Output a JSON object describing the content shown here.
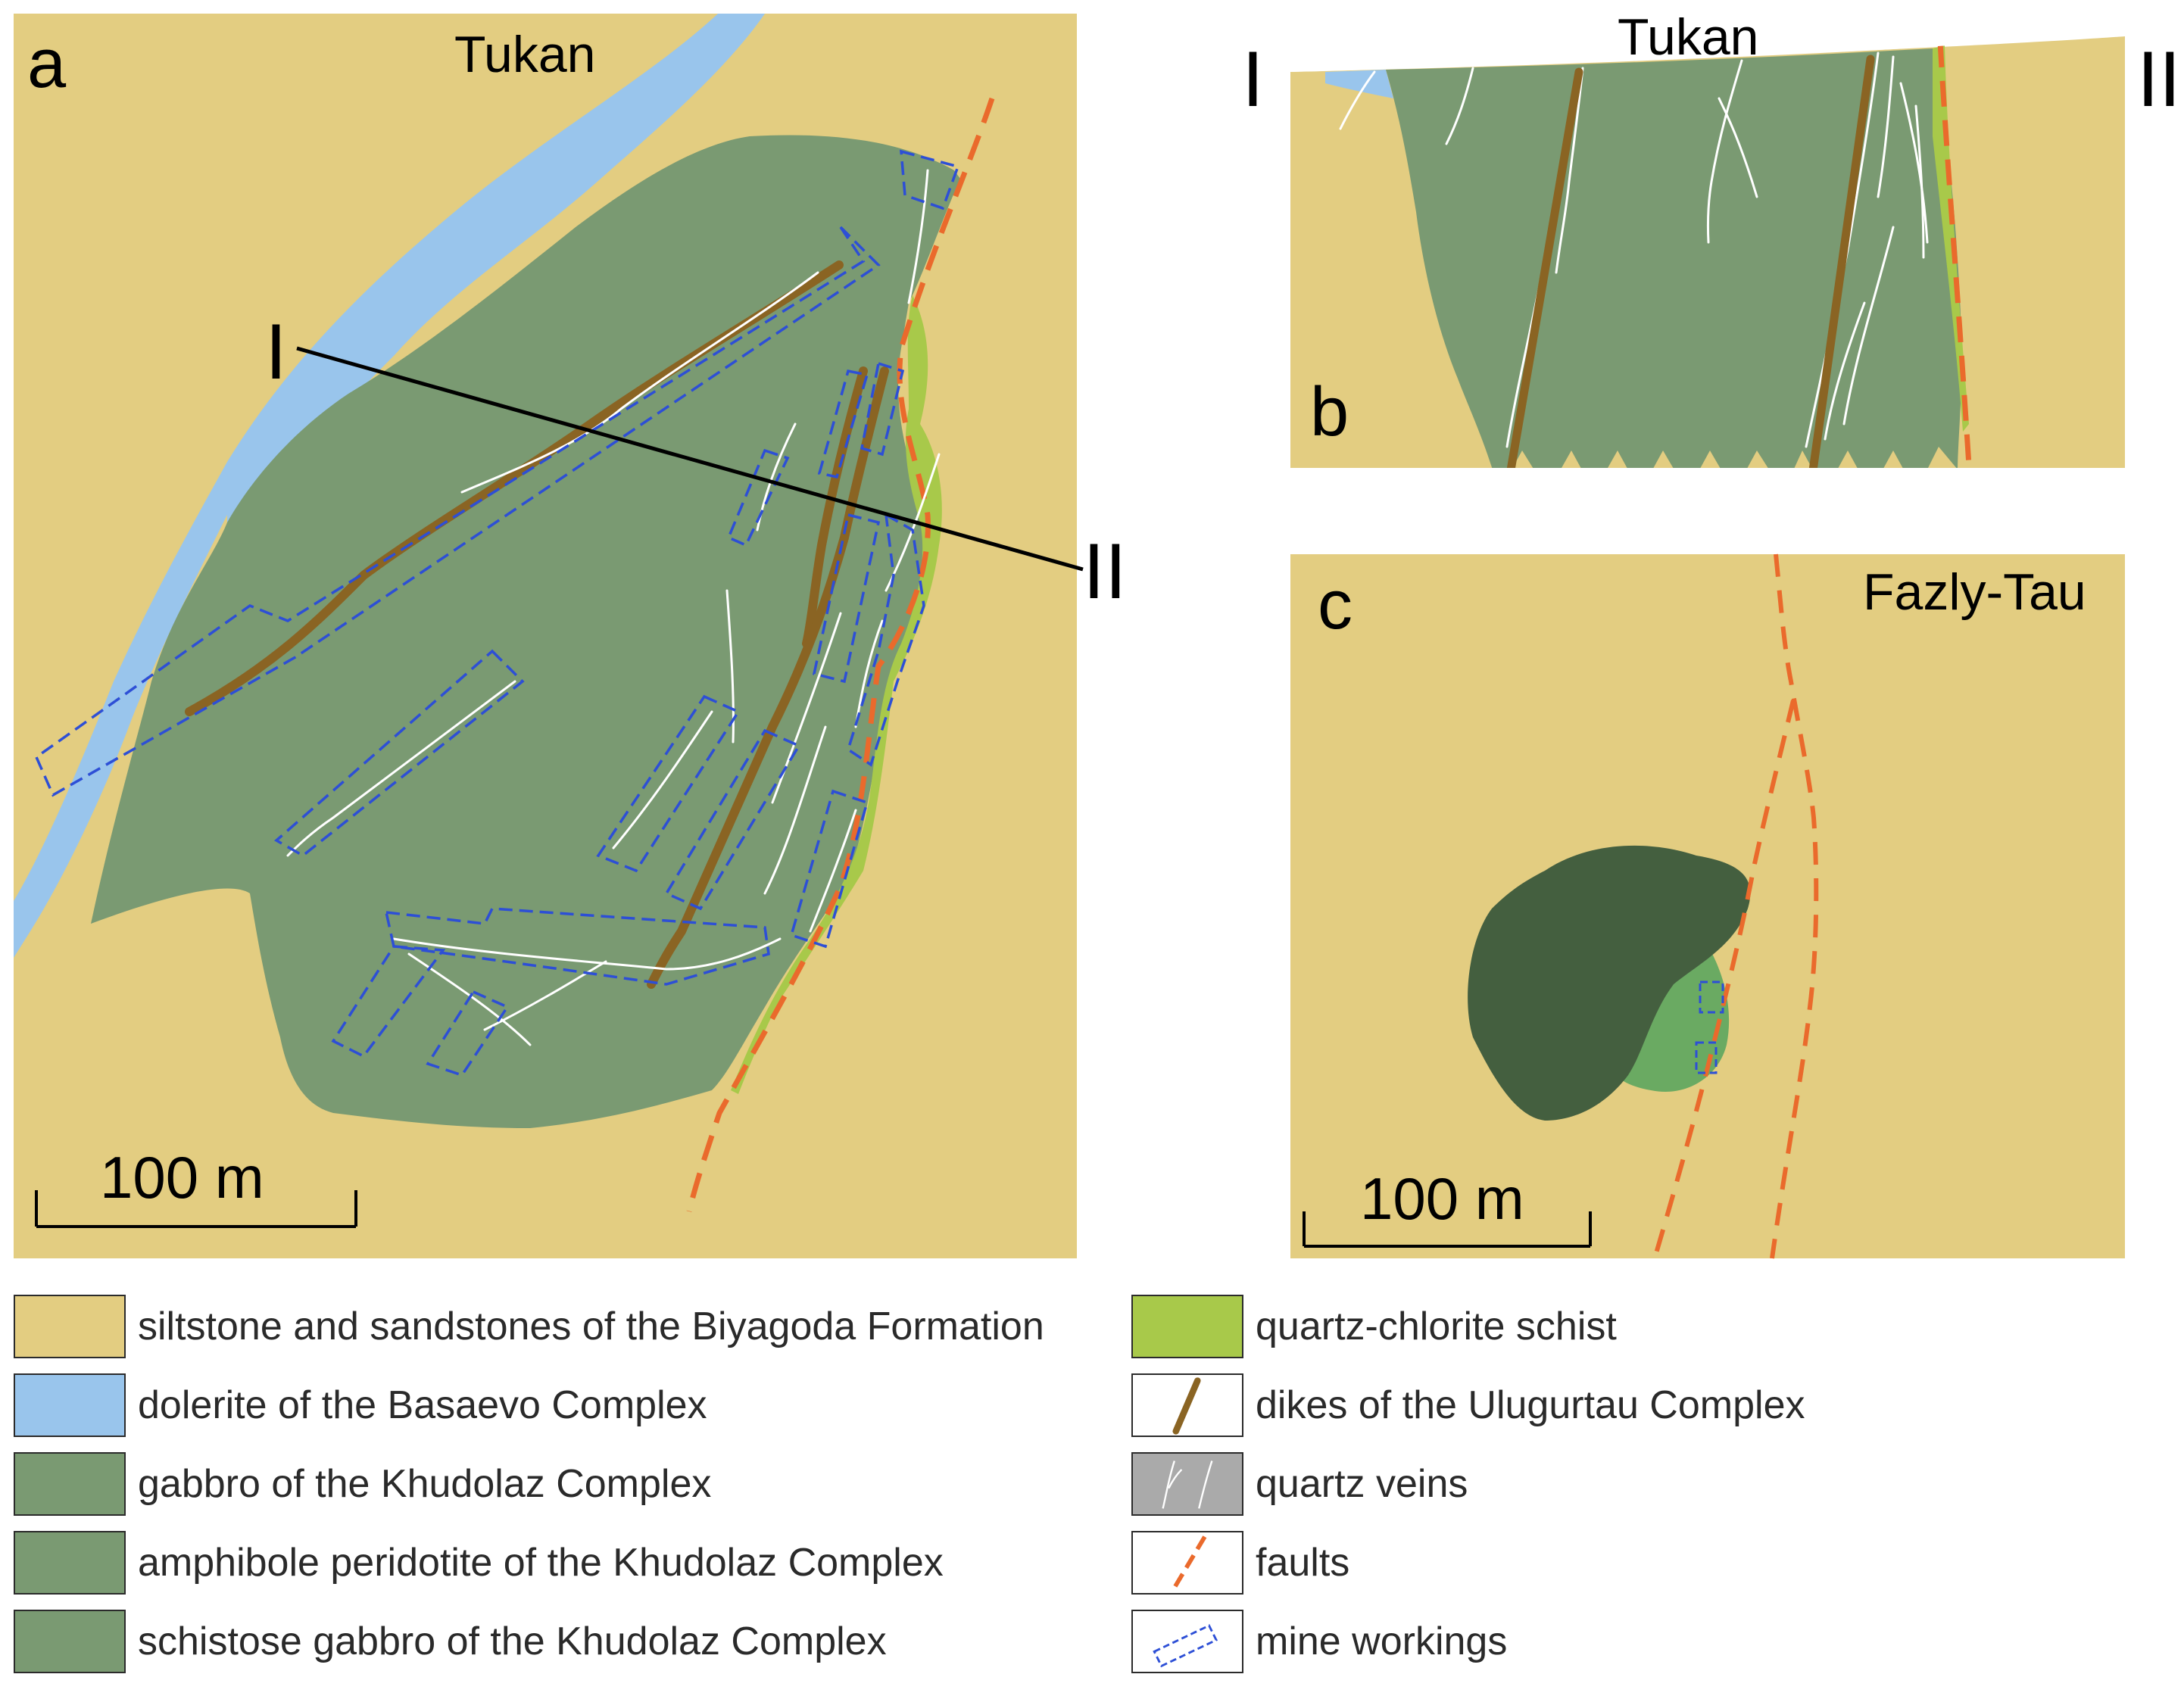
{
  "colors": {
    "siltstone": "#e3cd81",
    "dolerite": "#99c5ec",
    "gabbro": "#7a9a72",
    "peridotite_dark": "#445f3f",
    "schistose_light": "#6aaa62",
    "schist": "#a8c94a",
    "dike": "#8a6423",
    "quartz_vein": "#ffffff",
    "quartz_swatch": "#aaaaaa",
    "fault": "#ea6a2c",
    "mine": "#2d4fd6",
    "section_line": "#000000"
  },
  "panels": {
    "a": {
      "letter": "a",
      "place": "Tukan",
      "section_start": "I",
      "section_end": "II",
      "scale_text": "100 m"
    },
    "b": {
      "letter": "b",
      "place": "Tukan",
      "section_start": "I",
      "section_end": "II"
    },
    "c": {
      "letter": "c",
      "place": "Fazly-Tau",
      "scale_text": "100 m"
    }
  },
  "legend": {
    "left": [
      {
        "swatch": "siltstone",
        "text": "siltstone and sandstones of the Biyagoda Formation"
      },
      {
        "swatch": "dolerite",
        "text": "dolerite of the Basaevo Complex"
      },
      {
        "swatch": "gabbro",
        "text": "gabbro of the Khudolaz Complex"
      },
      {
        "swatch": "peridotite",
        "text": "amphibole peridotite of the Khudolaz Complex"
      },
      {
        "swatch": "schistose",
        "text": "schistose gabbro of the Khudolaz Complex"
      }
    ],
    "right": [
      {
        "swatch": "schist",
        "text": "quartz-chlorite schist"
      },
      {
        "swatch": "dikes",
        "text": "dikes of the Ulugurtau Complex"
      },
      {
        "swatch": "veins",
        "text": "quartz veins"
      },
      {
        "swatch": "faults",
        "text": "faults"
      },
      {
        "swatch": "mines",
        "text": "mine workings"
      }
    ]
  }
}
